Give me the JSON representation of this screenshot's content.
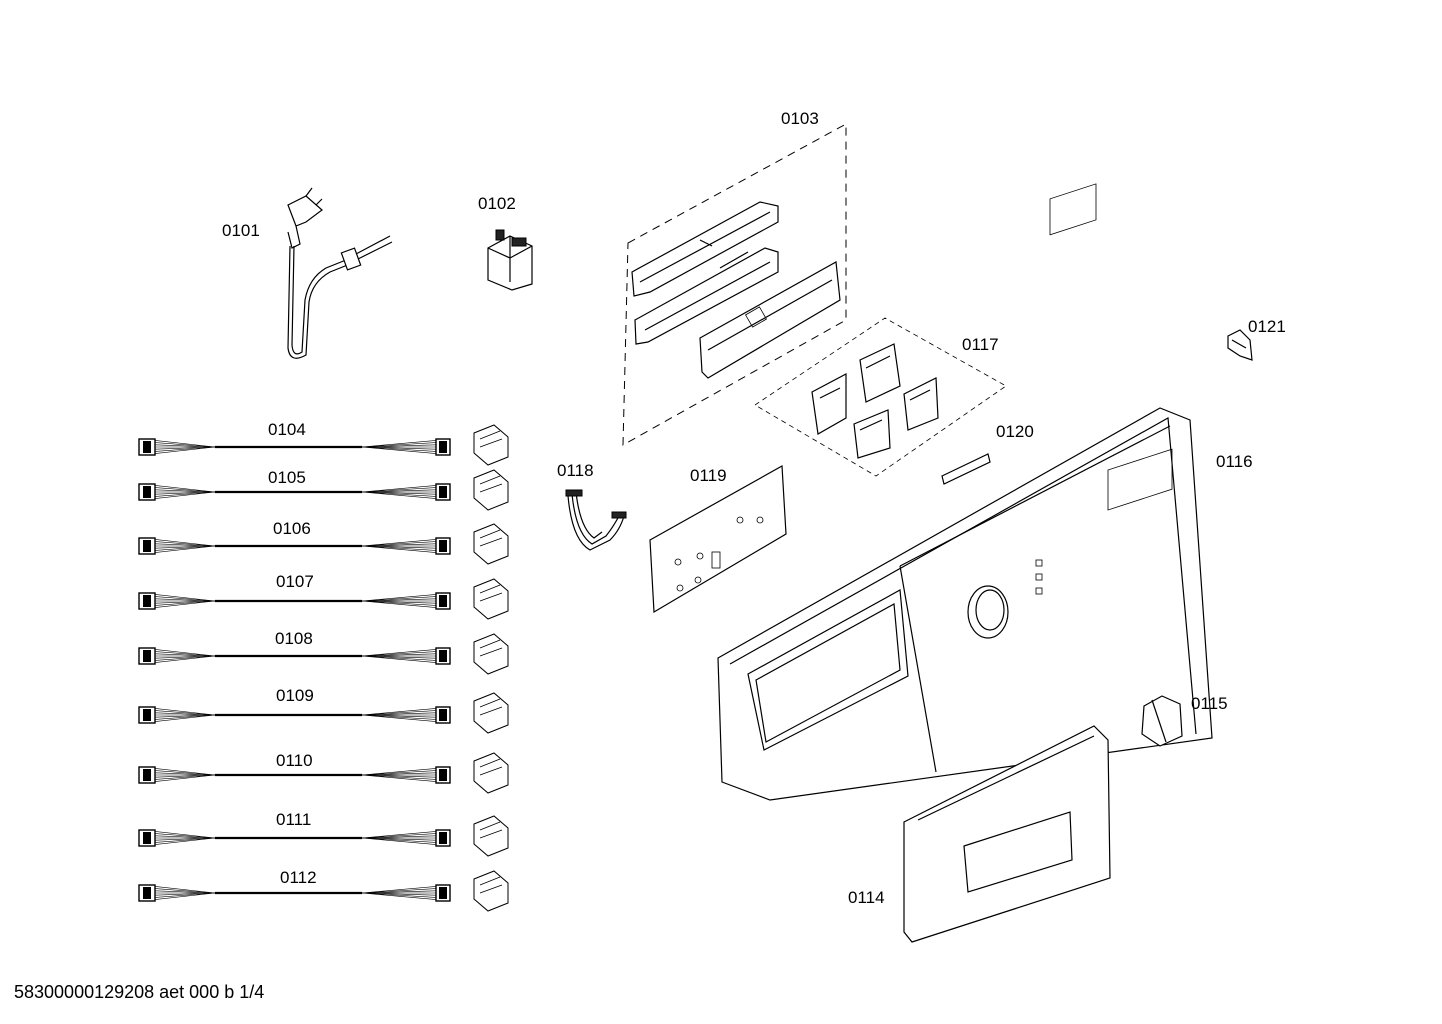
{
  "diagram": {
    "parts": [
      {
        "id": "p0101",
        "label": "0101"
      },
      {
        "id": "p0102",
        "label": "0102"
      },
      {
        "id": "p0103",
        "label": "0103"
      },
      {
        "id": "p0104",
        "label": "0104"
      },
      {
        "id": "p0105",
        "label": "0105"
      },
      {
        "id": "p0106",
        "label": "0106"
      },
      {
        "id": "p0107",
        "label": "0107"
      },
      {
        "id": "p0108",
        "label": "0108"
      },
      {
        "id": "p0109",
        "label": "0109"
      },
      {
        "id": "p0110",
        "label": "0110"
      },
      {
        "id": "p0111",
        "label": "0111"
      },
      {
        "id": "p0112",
        "label": "0112"
      },
      {
        "id": "p0114",
        "label": "0114"
      },
      {
        "id": "p0115",
        "label": "0115"
      },
      {
        "id": "p0116",
        "label": "0116"
      },
      {
        "id": "p0117",
        "label": "0117"
      },
      {
        "id": "p0118",
        "label": "0118"
      },
      {
        "id": "p0119",
        "label": "0119"
      },
      {
        "id": "p0120",
        "label": "0120"
      },
      {
        "id": "p0121",
        "label": "0121"
      }
    ]
  },
  "footer": {
    "doc_code": "58300000129208 aet 000 b 1/4"
  }
}
